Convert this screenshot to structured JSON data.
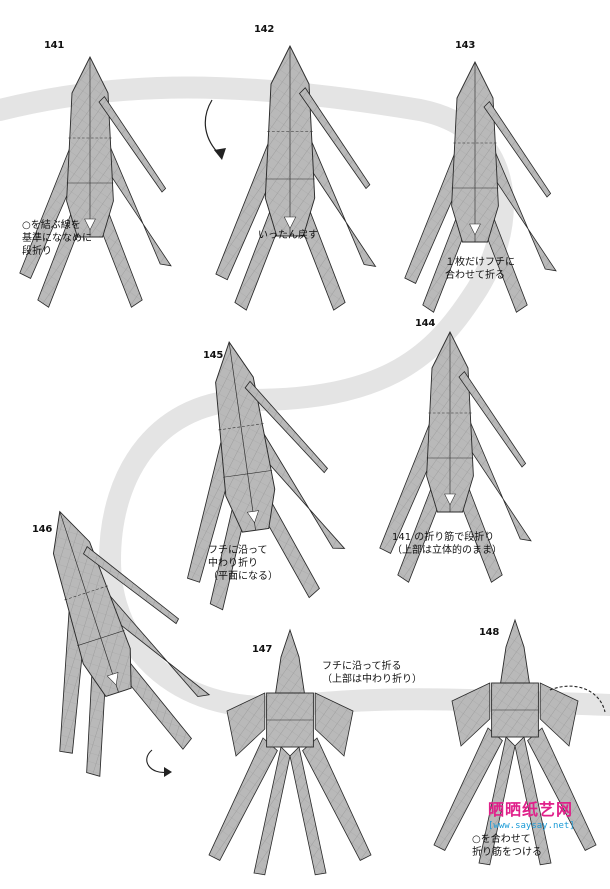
{
  "steps": [
    {
      "num": "141",
      "caption": [
        "○を結ぶ線を",
        "基準にななめに",
        "段折り"
      ]
    },
    {
      "num": "142",
      "caption": [
        "いったん戻す"
      ]
    },
    {
      "num": "143",
      "caption": [
        "１枚だけフチに",
        "合わせて折る"
      ]
    },
    {
      "num": "144",
      "caption": [
        "141 の折り筋で段折り",
        "（上部は立体的のまま）"
      ]
    },
    {
      "num": "145",
      "caption": [
        "フチに沿って",
        "中わり折り",
        "（平面になる）"
      ]
    },
    {
      "num": "146",
      "caption": []
    },
    {
      "num": "147",
      "caption": [
        "フチに沿って折る",
        "（上部は中わり折り）"
      ]
    },
    {
      "num": "148",
      "caption": [
        "○を合わせて",
        "折り筋をつける"
      ]
    }
  ],
  "watermark": {
    "title": "晒晒纸艺网",
    "url": "[www.saysay.net]"
  },
  "colors": {
    "paper": "#b9b9b9",
    "line": "#2a2a2a",
    "path_band": "#e4e4e4",
    "watermark_pink": "#e0208a",
    "watermark_blue": "#1a9ad6"
  }
}
